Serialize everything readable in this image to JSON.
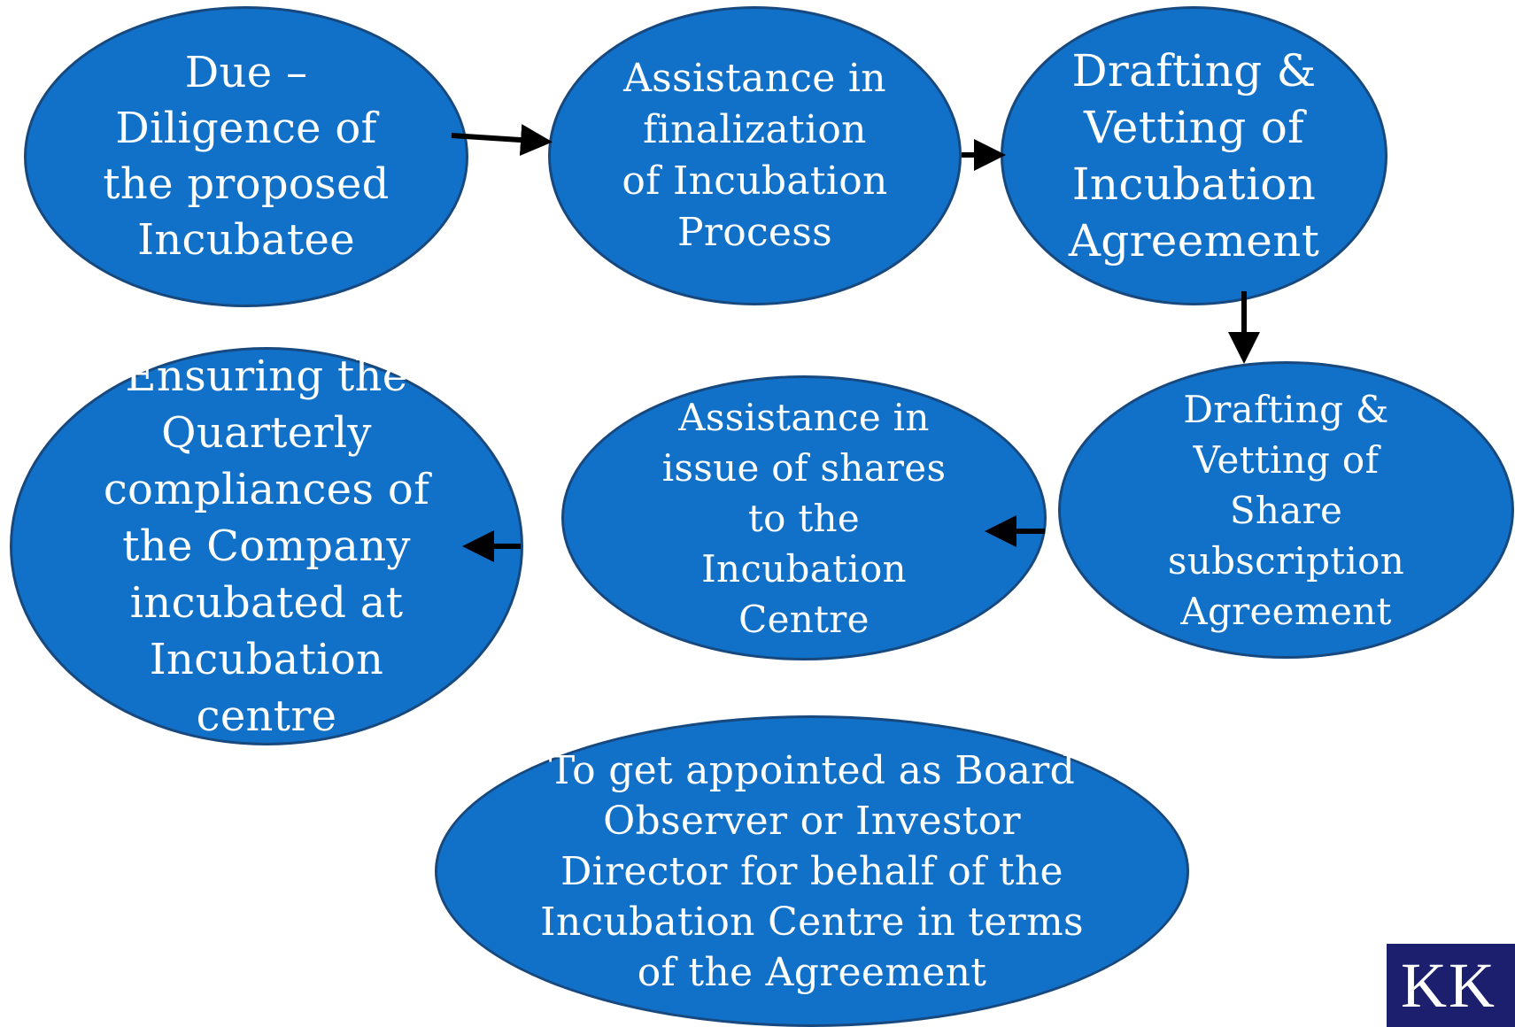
{
  "diagram": {
    "nodes": [
      {
        "id": "n1",
        "label": "Due –\nDiligence of\nthe proposed\nIncubatee"
      },
      {
        "id": "n2",
        "label": "Assistance in\nfinalization\nof Incubation\nProcess"
      },
      {
        "id": "n3",
        "label": "Drafting &\nVetting of\nIncubation\nAgreement"
      },
      {
        "id": "n4",
        "label": "Drafting &\nVetting of\nShare\nsubscription\nAgreement"
      },
      {
        "id": "n5",
        "label": "Assistance in\nissue of shares\nto the\nIncubation\nCentre"
      },
      {
        "id": "n6",
        "label": "Ensuring the\nQuarterly\ncompliances of\nthe Company\nincubated at\nIncubation\ncentre"
      },
      {
        "id": "n7",
        "label": "To get appointed as Board\nObserver or Investor\nDirector for behalf of the\nIncubation Centre in terms\nof the Agreement"
      }
    ],
    "edges": [
      {
        "from": "n1",
        "to": "n2"
      },
      {
        "from": "n2",
        "to": "n3"
      },
      {
        "from": "n3",
        "to": "n4"
      },
      {
        "from": "n4",
        "to": "n5"
      },
      {
        "from": "n5",
        "to": "n6"
      }
    ],
    "colors": {
      "node_fill": "#1170C8",
      "node_border": "#17487E",
      "text": "#FFFFFF",
      "arrow": "#000000"
    }
  },
  "logo": {
    "text": "KK",
    "background": "#1B1F6E"
  }
}
